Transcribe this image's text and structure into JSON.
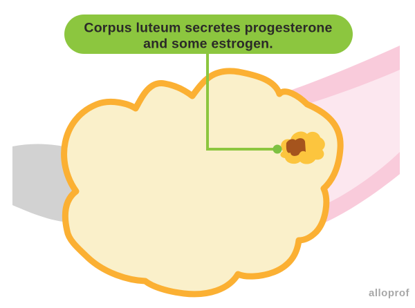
{
  "callout": {
    "line1": "Corpus luteum secretes progesterone",
    "line2": "and some estrogen.",
    "bg_color": "#8CC63F",
    "text_color": "#2B2A28"
  },
  "connector": {
    "line_color": "#8CC63F",
    "dot_color": "#7DC143"
  },
  "shapes": {
    "ovary": {
      "fill": "#FAF0CA",
      "stroke": "#FBB033"
    },
    "corpus_luteum": {
      "fill": "#FCC53E",
      "core_color": "#A5541D"
    },
    "band_pink_outer": "#F9CBDB",
    "band_pink_inner": "#FCE7EF",
    "band_gray": "#D2D2D2"
  },
  "watermark": {
    "text": "alloprof",
    "color": "#9A9A9A"
  }
}
